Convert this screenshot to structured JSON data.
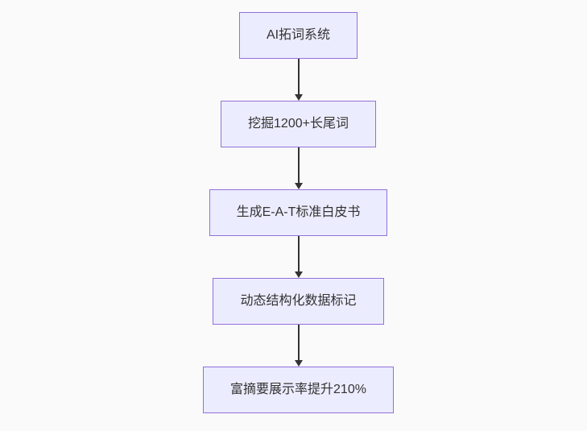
{
  "diagram": {
    "type": "flowchart",
    "direction": "top-down",
    "nodes": [
      {
        "label": "AI拓词系统"
      },
      {
        "label": "挖掘1200+长尾词"
      },
      {
        "label": "生成E-A-T标准白皮书"
      },
      {
        "label": "动态结构化数据标记"
      },
      {
        "label": "富摘要展示率提升210%"
      }
    ],
    "edges": [
      {
        "from": 0,
        "to": 1
      },
      {
        "from": 1,
        "to": 2
      },
      {
        "from": 2,
        "to": 3
      },
      {
        "from": 3,
        "to": 4
      }
    ],
    "colors": {
      "background": "#FAFAFA",
      "node_fill": "#ECECFF",
      "node_border": "#9370DB",
      "node_text": "#333333",
      "arrow": "#333333"
    }
  }
}
